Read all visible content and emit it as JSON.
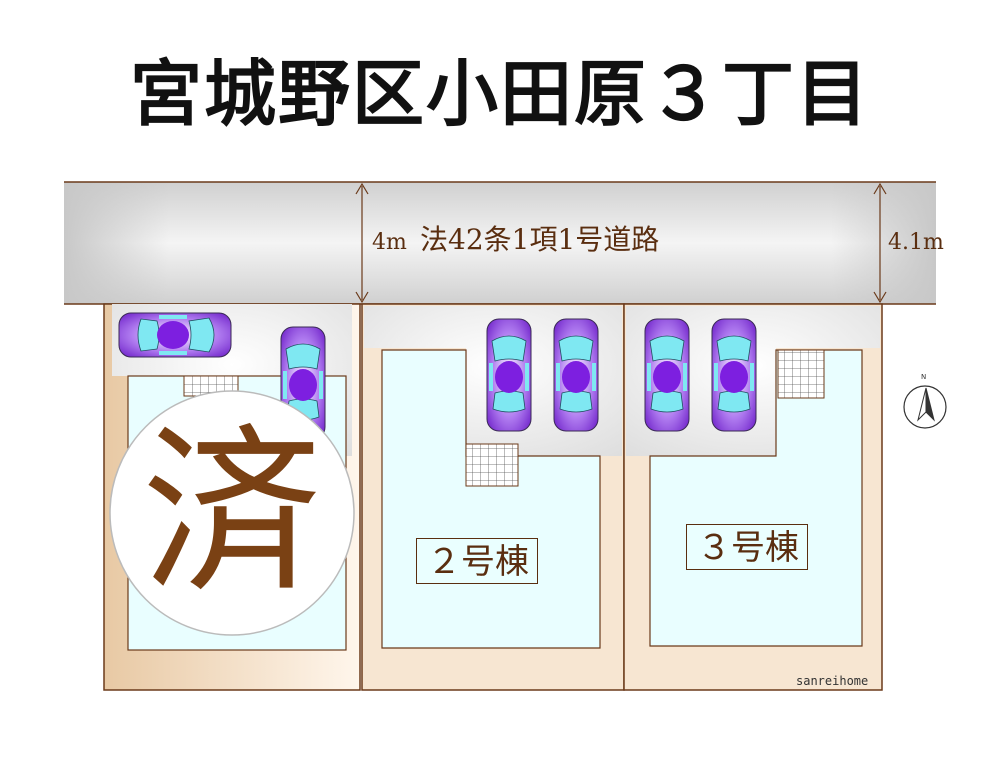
{
  "title": "宮城野区小田原３丁目",
  "road": {
    "label": "法42条1項1号道路",
    "width_left": "4m",
    "width_right": "4.1m"
  },
  "lots": [
    {
      "id": "lot1",
      "status_char": "済"
    },
    {
      "id": "lot2",
      "label": "２号棟"
    },
    {
      "id": "lot3",
      "label": "３号棟"
    }
  ],
  "compass": {
    "letter": "N"
  },
  "credit": "sanreihome",
  "colors": {
    "outline": "#6b3a1a",
    "lot_fill": "#e9feff",
    "road_fill": "#e6e6e6",
    "car_body": "#8a2be2",
    "car_glass": "#7fe8f2",
    "label_text": "#5a2e10"
  },
  "icons": [
    "car-icon",
    "entrance-steps-icon",
    "north-arrow-icon"
  ]
}
